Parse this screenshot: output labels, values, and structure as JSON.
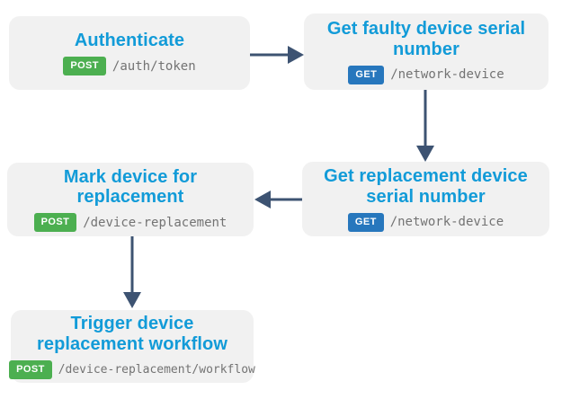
{
  "diagram": {
    "background": "#ffffff",
    "palette": {
      "title_blue": "#129BD8",
      "post_green": "#4CAF50",
      "get_blue": "#2777BD",
      "arrow": "#3D5372",
      "box_bg": "#F1F1F1",
      "path_gray": "#737373",
      "badge_text": "#FFFFFF"
    },
    "nodes": [
      {
        "title": "Authenticate",
        "method": "POST",
        "path": "/auth/token"
      },
      {
        "title": "Get faulty device serial\nnumber",
        "method": "GET",
        "path": "/network-device"
      },
      {
        "title": "Get replacement device\nserial number",
        "method": "GET",
        "path": "/network-device"
      },
      {
        "title": "Mark device for\nreplacement",
        "method": "POST",
        "path": "/device-replacement"
      },
      {
        "title": "Trigger device\nreplacement workflow",
        "method": "POST",
        "path": "/device-replacement/workflow"
      }
    ]
  }
}
